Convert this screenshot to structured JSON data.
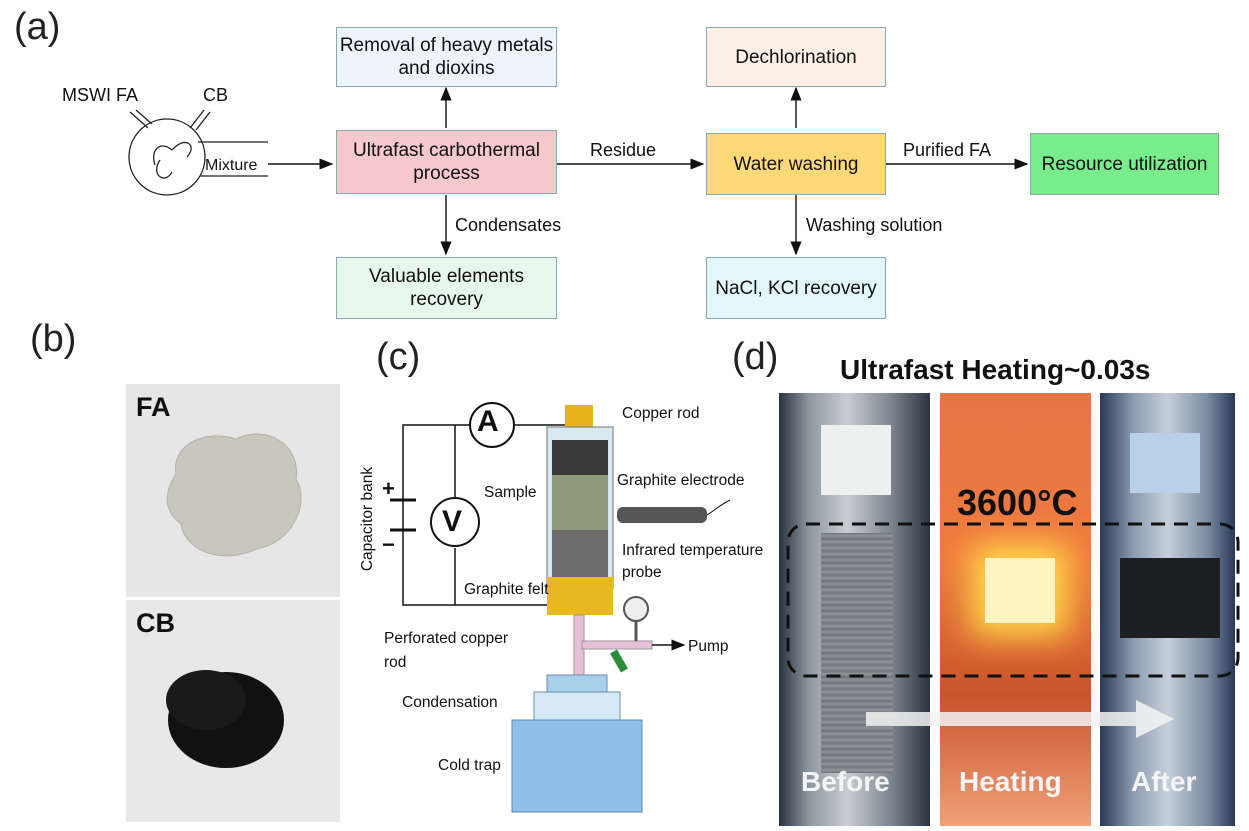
{
  "panel_labels": {
    "a": "(a)",
    "b": "(b)",
    "c": "(c)",
    "d": "(d)"
  },
  "flow": {
    "inputs": {
      "fa": "MSWI FA",
      "cb": "CB",
      "mixture": "Mixture"
    },
    "nodes": {
      "removal": "Removal of heavy metals and dioxins",
      "process": "Ultrafast carbothermal process",
      "valuable": "Valuable elements recovery",
      "dechlorination": "Dechlorination",
      "washing": "Water washing",
      "nacl": "NaCl, KCl recovery",
      "resource": "Resource utilization"
    },
    "edges": {
      "residue": "Residue",
      "condensates": "Condensates",
      "washing_solution": "Washing solution",
      "purified": "Purified FA"
    },
    "colors": {
      "removal": "#eef4fc",
      "process": "#f7c9cc",
      "valuable": "#e8f7ec",
      "dechlorination": "#fcefe6",
      "washing": "#ffd978",
      "nacl": "#e3f7fb",
      "resource": "#79ed8c"
    }
  },
  "photos_b": {
    "fa": "FA",
    "cb": "CB"
  },
  "apparatus": {
    "ammeter": "A",
    "voltmeter": "V",
    "plus": "+",
    "minus": "−",
    "capacitor_bank": "Capacitor bank",
    "copper_rod": "Copper rod",
    "graphite_electrode": "Graphite electrode",
    "sample": "Sample",
    "infrared": "Infrared temperature probe",
    "graphite_felt": "Graphite felt",
    "perforated": "Perforated copper rod",
    "pump": "Pump",
    "condensation": "Condensation",
    "cold_trap": "Cold trap"
  },
  "heating": {
    "title": "Ultrafast Heating~0.03s",
    "temperature": "3600°C",
    "before": "Before",
    "heating": "Heating",
    "after": "After"
  }
}
